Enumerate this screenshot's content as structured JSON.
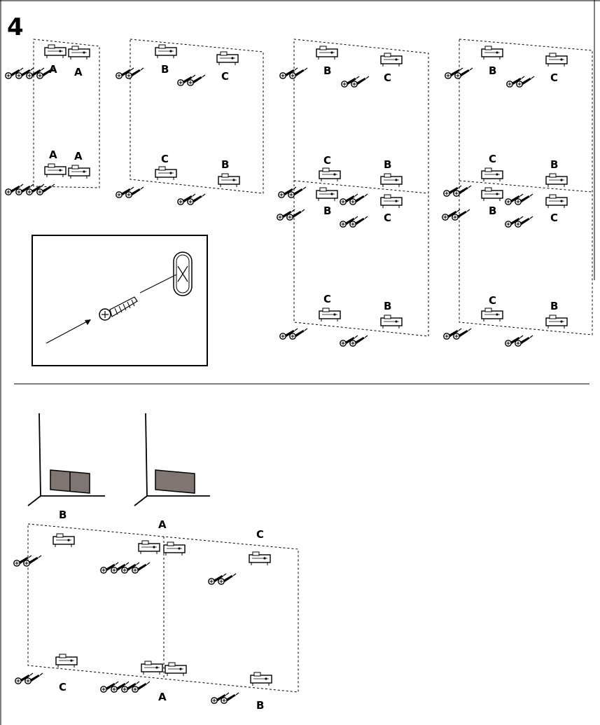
{
  "step_number": "4",
  "upper": {
    "panel1": {
      "top_labels": [
        "A",
        "A"
      ],
      "bottom_labels": [
        "A",
        "A"
      ]
    },
    "panel2": {
      "top_labels": [
        "B",
        "C"
      ],
      "bottom_labels": [
        "C",
        "B"
      ]
    },
    "panel3": {
      "row1": [
        "B",
        "C"
      ],
      "row2": [
        "C",
        "B"
      ],
      "row3": [
        "B",
        "C"
      ],
      "row4": [
        "C",
        "B"
      ]
    },
    "panel4": {
      "row1": [
        "B",
        "C"
      ],
      "row2": [
        "C",
        "B"
      ],
      "row3": [
        "B",
        "C"
      ],
      "row4": [
        "C",
        "B"
      ]
    }
  },
  "lower": {
    "corner_labels": {
      "left": "B",
      "middle": "A",
      "right": "C"
    },
    "bottom_labels": {
      "left": "C",
      "middle": "A",
      "right": "B"
    }
  },
  "icons": {
    "detail": "screw-into-plug-icon",
    "bracket": "bracket-icon",
    "screw": "screw-icon",
    "wall_corner": "wall-corner-icon"
  }
}
